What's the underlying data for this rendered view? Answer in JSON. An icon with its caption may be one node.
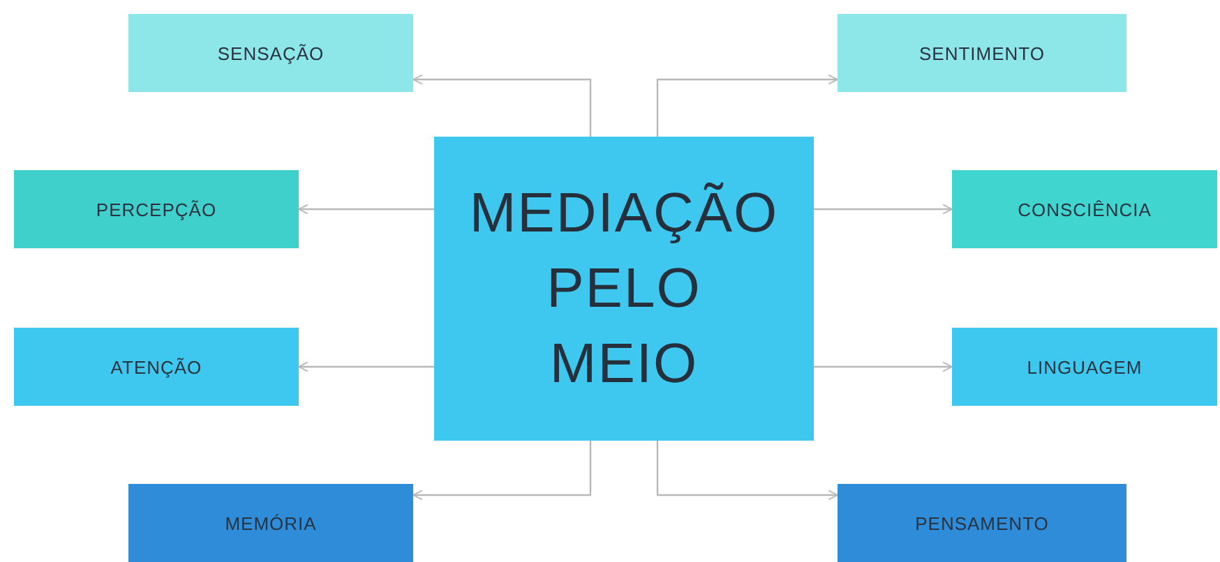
{
  "diagram": {
    "nodes": [
      {
        "text": [
          "MEDIAÇÃO PELO MEIO"
        ]
      },
      {
        "text": [
          "SENSAÇÃO"
        ]
      },
      {
        "text": [
          "SENTIMENTO"
        ]
      },
      {
        "text": [
          "PERCEPÇÃO"
        ]
      },
      {
        "text": [
          "CONSCIÊNCIA"
        ]
      },
      {
        "text": [
          "ATENÇÃO"
        ]
      },
      {
        "text": [
          "LINGUAGEM"
        ]
      },
      {
        "text": [
          "MEMÓRIA"
        ]
      },
      {
        "text": [
          "PENSAMENTO"
        ]
      }
    ],
    "edges": [
      {
        "from": 0,
        "to": 1,
        "arrow": "to"
      },
      {
        "from": 0,
        "to": 2,
        "arrow": "to"
      },
      {
        "from": 0,
        "to": 3,
        "arrow": "to"
      },
      {
        "from": 0,
        "to": 4,
        "arrow": "to"
      },
      {
        "from": 0,
        "to": 5,
        "arrow": "to"
      },
      {
        "from": 0,
        "to": 6,
        "arrow": "to"
      },
      {
        "from": 0,
        "to": 7,
        "arrow": "to"
      },
      {
        "from": 0,
        "to": 8,
        "arrow": "to"
      }
    ]
  }
}
